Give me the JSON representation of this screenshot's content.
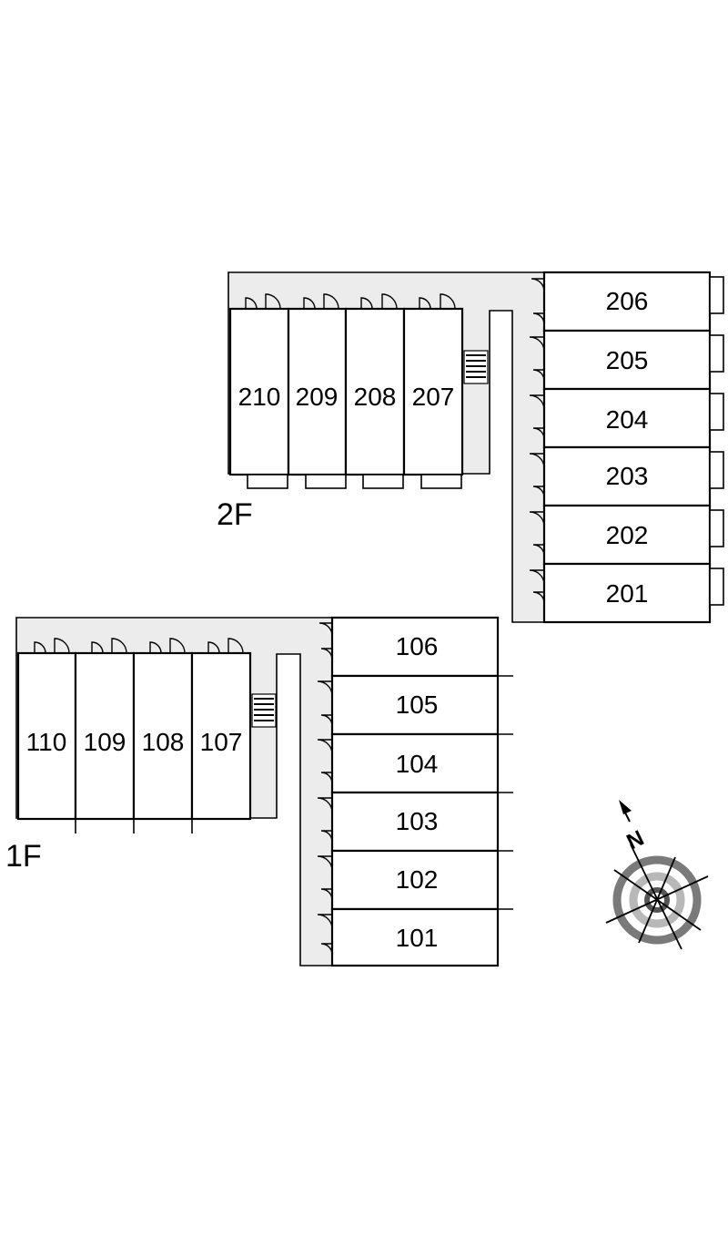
{
  "floors": {
    "second": {
      "label": "2F",
      "units": [
        "210",
        "209",
        "208",
        "207",
        "206",
        "205",
        "204",
        "203",
        "202",
        "201"
      ]
    },
    "first": {
      "label": "1F",
      "units": [
        "110",
        "109",
        "108",
        "107",
        "106",
        "105",
        "104",
        "103",
        "102",
        "101"
      ]
    }
  },
  "compass": {
    "north_label": "N"
  }
}
